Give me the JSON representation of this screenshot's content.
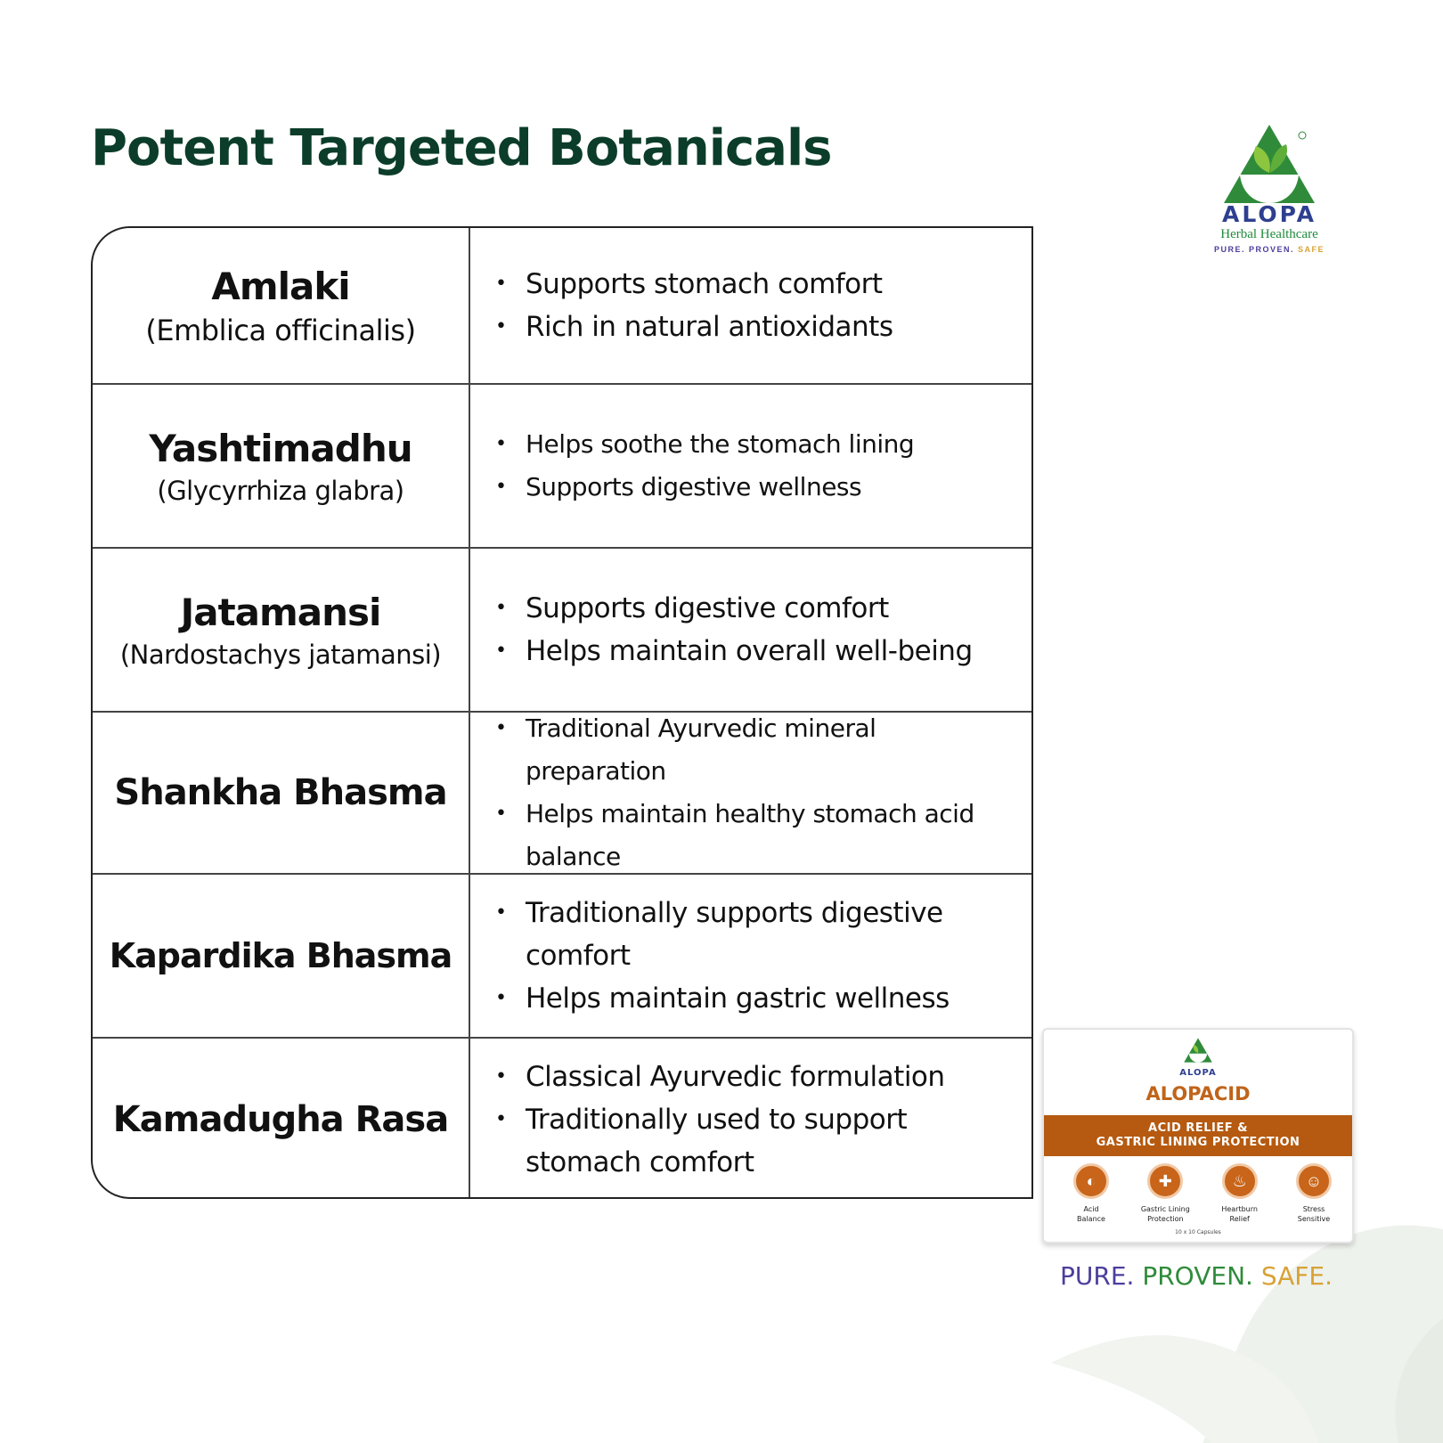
{
  "page": {
    "title": "Potent Targeted Botanicals"
  },
  "brand": {
    "name": "ALOPA",
    "subtitle": "Herbal Healthcare",
    "tagline_parts": [
      "PURE.",
      "PROVEN.",
      "SAFE"
    ],
    "colors": {
      "title_green": "#0b3d2a",
      "brand_blue": "#2e3f8f",
      "leaf_green": "#2f8b3a",
      "gold": "#d8a236",
      "purple": "#4b3e9c",
      "product_orange": "#b55a10"
    }
  },
  "botanicals": [
    {
      "name": "Amlaki",
      "latin": "(Emblica officinalis)",
      "benefits": [
        "Supports stomach comfort",
        "Rich in natural antioxidants"
      ]
    },
    {
      "name": "Yashtimadhu",
      "latin": "(Glycyrrhiza glabra)",
      "benefits": [
        "Helps soothe the stomach lining",
        "Supports digestive wellness"
      ]
    },
    {
      "name": "Jatamansi",
      "latin": "(Nardostachys jatamansi)",
      "benefits": [
        "Supports digestive comfort",
        "Helps maintain overall well-being"
      ]
    },
    {
      "name": "Shankha Bhasma",
      "latin": "",
      "benefits": [
        "Traditional Ayurvedic mineral preparation",
        "Helps maintain healthy stomach acid balance"
      ]
    },
    {
      "name": "Kapardika Bhasma",
      "latin": "",
      "benefits": [
        "Traditionally supports digestive comfort",
        "Helps maintain gastric wellness"
      ]
    },
    {
      "name": "Kamadugha Rasa",
      "latin": "",
      "benefits": [
        "Classical Ayurvedic formulation",
        "Traditionally used to support stomach comfort"
      ]
    }
  ],
  "product": {
    "brand": "ALOPA",
    "name": "ALOPACID",
    "band_line1": "ACID RELIEF &",
    "band_line2": "GASTRIC LINING PROTECTION",
    "features": [
      {
        "label_line1": "Acid",
        "label_line2": "Balance",
        "icon": "stomach-icon"
      },
      {
        "label_line1": "Gastric Lining",
        "label_line2": "Protection",
        "icon": "stomach-shield-icon"
      },
      {
        "label_line1": "Heartburn",
        "label_line2": "Relief",
        "icon": "flame-icon"
      },
      {
        "label_line1": "Stress",
        "label_line2": "Sensitive",
        "icon": "body-icon"
      }
    ],
    "pack_count": "10 x 10 Capsules"
  },
  "footer_tagline": {
    "pure": "PURE.",
    "proven": "PROVEN.",
    "safe": "SAFE."
  }
}
